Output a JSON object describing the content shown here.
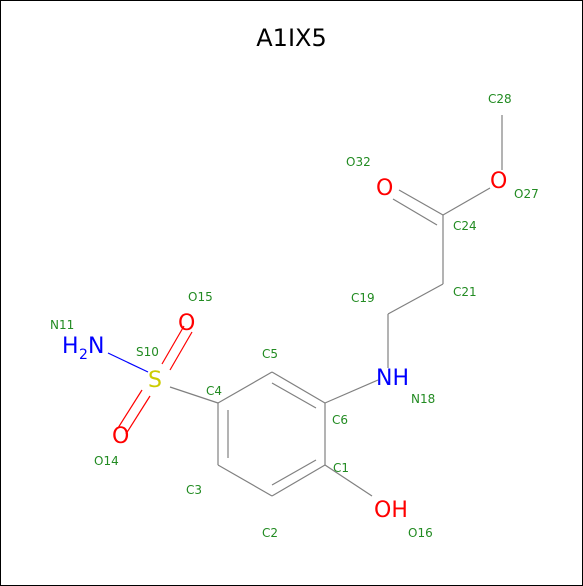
{
  "title": "A1IX5",
  "colors": {
    "bond": "#808080",
    "label": "#228b22",
    "oxygen": "#ff0000",
    "nitrogen": "#0000ff",
    "sulfur": "#cccc00"
  },
  "atom_labels": {
    "C1": "C1",
    "C2": "C2",
    "C3": "C3",
    "C4": "C4",
    "C5": "C5",
    "C6": "C6",
    "S10": "S10",
    "N11": "N11",
    "O14": "O14",
    "O15": "O15",
    "O16": "O16",
    "N18": "N18",
    "C19": "C19",
    "C21": "C21",
    "C24": "C24",
    "O27": "O27",
    "C28": "C28",
    "O32": "O32"
  },
  "element_symbols": {
    "sulfur": "S",
    "nitrogen_amine": "NH",
    "hydroxyl": "OH",
    "amino_h": "H",
    "amino_sub": "2",
    "amino_n": "N",
    "oxygen": "O"
  }
}
